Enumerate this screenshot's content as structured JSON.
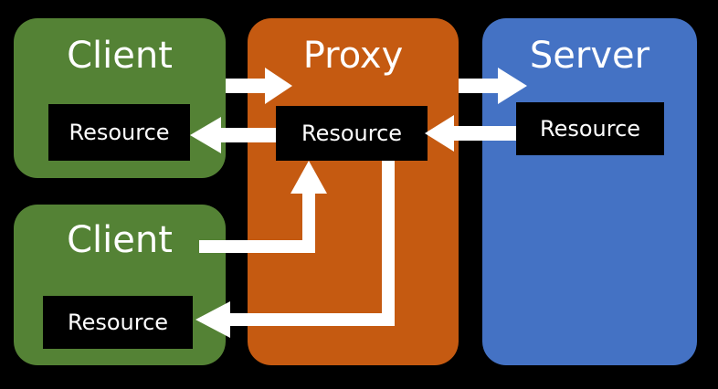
{
  "colors": {
    "client": "#548235",
    "proxy": "#C55A11",
    "server": "#4472C4"
  },
  "client1": {
    "title": "Client",
    "resource": "Resource"
  },
  "client2": {
    "title": "Client",
    "resource": "Resource"
  },
  "proxy": {
    "title": "Proxy",
    "resource": "Resource"
  },
  "server": {
    "title": "Server",
    "resource": "Resource"
  }
}
